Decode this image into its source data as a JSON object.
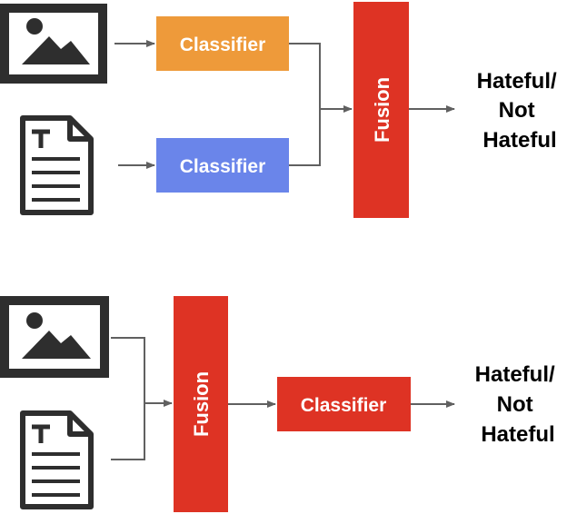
{
  "colors": {
    "classifier_orange": "#ee9a3a",
    "classifier_blue": "#6a85ea",
    "fusion_red": "#de3324",
    "arrow": "#606060",
    "icon": "#2e2e2e"
  },
  "icons": {
    "image": "image-icon",
    "text": "text-document-icon"
  },
  "late_fusion": {
    "image_classifier_label": "Classifier",
    "text_classifier_label": "Classifier",
    "fusion_label": "Fusion",
    "output_lines": [
      "Hateful/",
      "Not",
      "Hateful"
    ]
  },
  "early_fusion": {
    "fusion_label": "Fusion",
    "classifier_label": "Classifier",
    "output_lines": [
      "Hateful/",
      "Not",
      "Hateful"
    ]
  }
}
